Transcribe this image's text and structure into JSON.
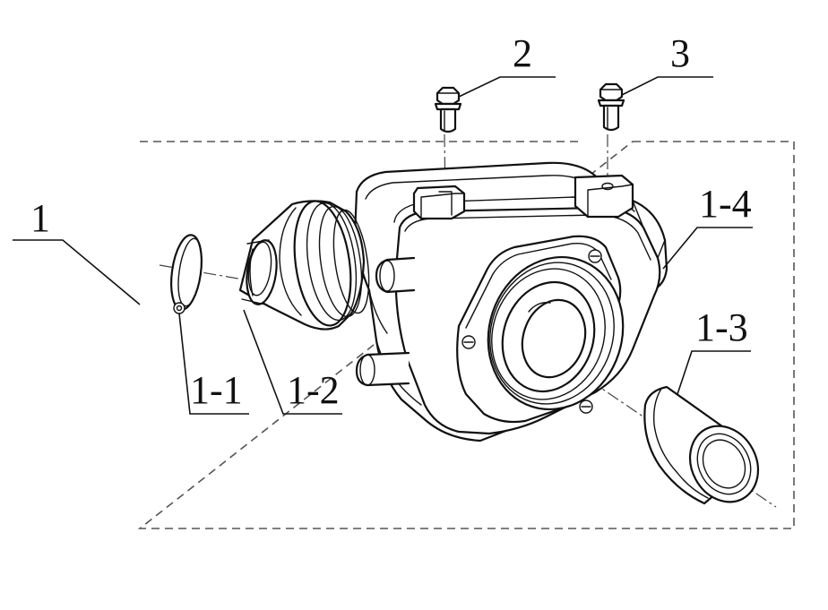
{
  "callouts": {
    "c1": "1",
    "c1_1": "1-1",
    "c1_2": "1-2",
    "c1_3": "1-3",
    "c1_4": "1-4",
    "c2": "2",
    "c3": "3"
  },
  "colors": {
    "line": "#111111",
    "dash_border": "#555555",
    "background": "#ffffff"
  }
}
